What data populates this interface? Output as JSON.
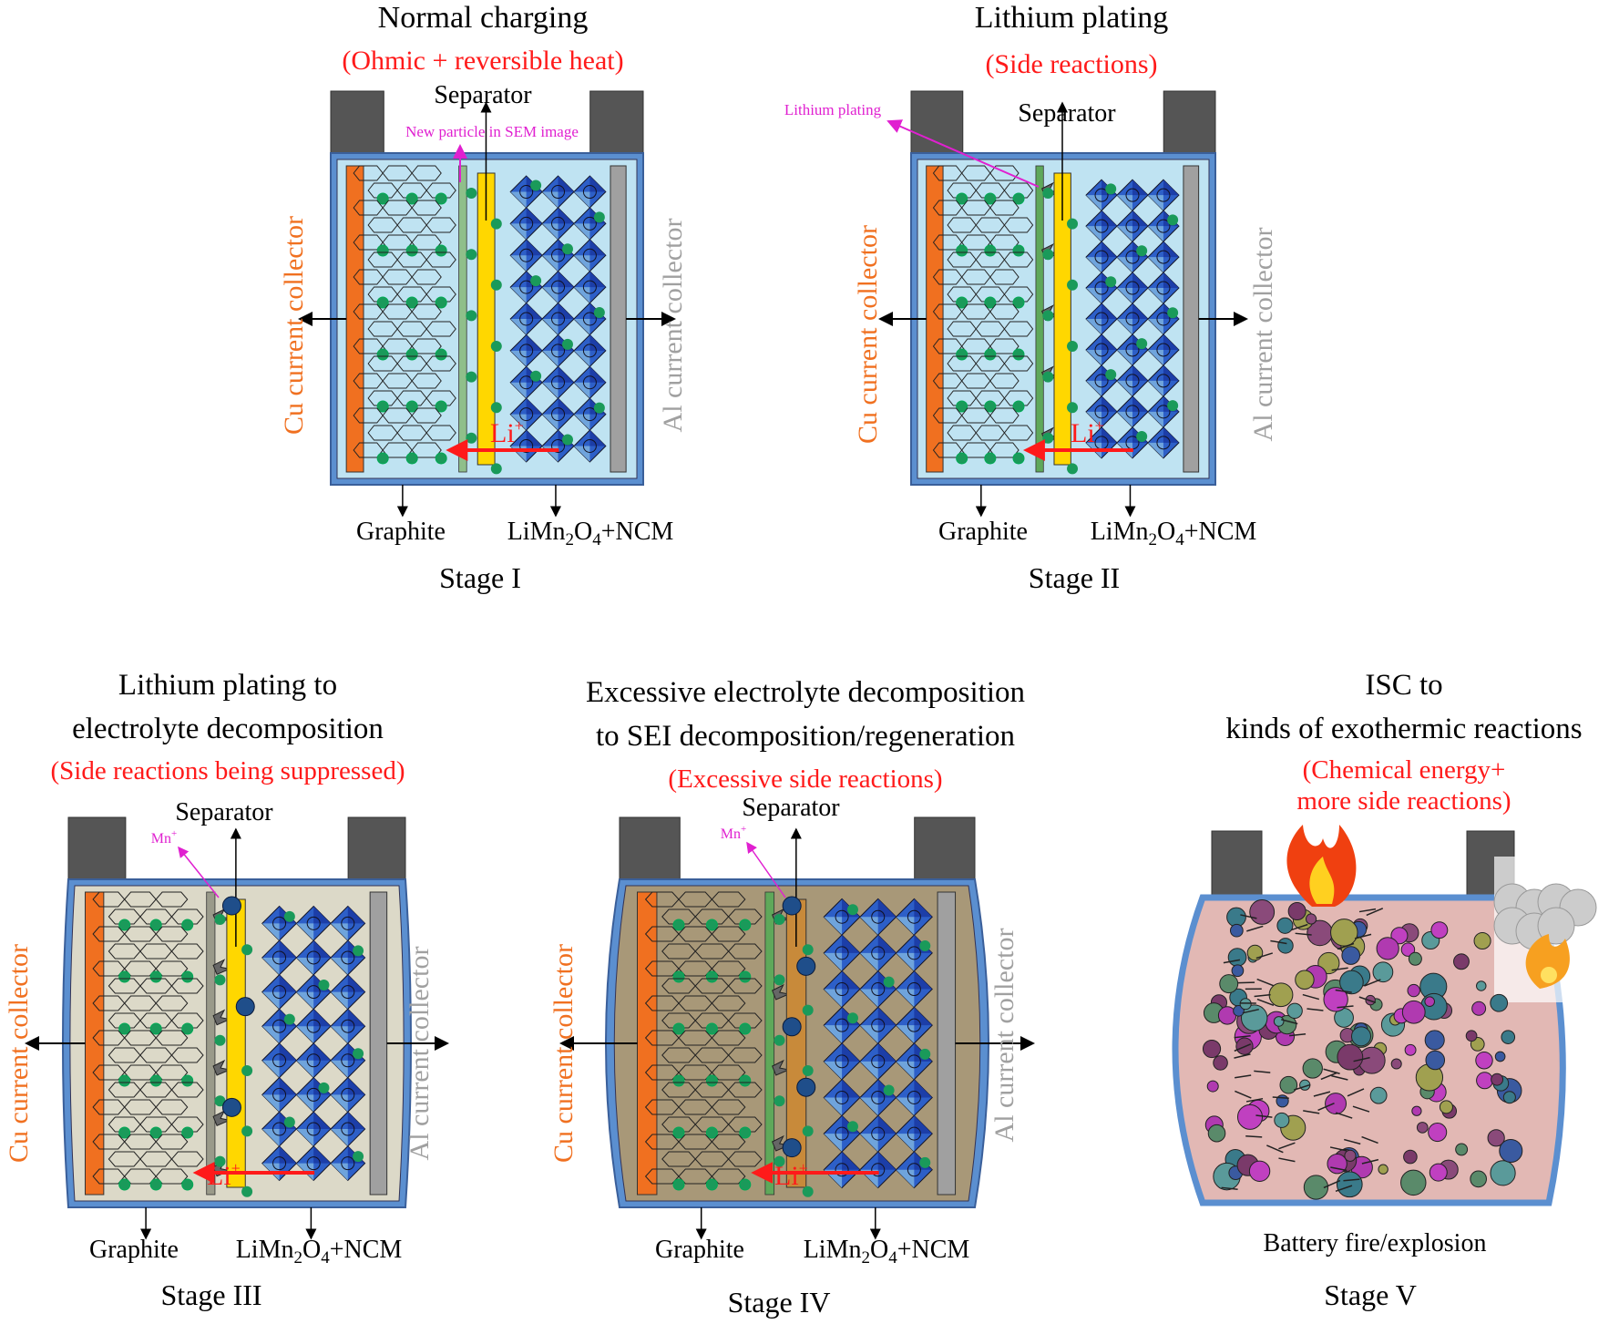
{
  "colors": {
    "red": "#ff1a1a",
    "magenta": "#e020d0",
    "cu": "#f07020",
    "al": "#a0a0a0",
    "electrolyte": "#bfe3f2",
    "frame": "#5b8fd0"
  },
  "stages": [
    {
      "title": [
        "Normal  charging"
      ],
      "subtitle": [
        "(Ohmic + reversible heat)"
      ],
      "separator": "Separator",
      "annotation": "New particle in SEM image",
      "cu_label": "Cu current collector",
      "al_label": "Al current collector",
      "ion": [
        "Li",
        "+"
      ],
      "anode": "Graphite",
      "cathode": [
        "LiMn",
        "2",
        "O",
        "4",
        "+NCM"
      ],
      "stage": "Stage I"
    },
    {
      "title": [
        "Lithium plating"
      ],
      "subtitle": [
        "(Side reactions)"
      ],
      "separator": "Separator",
      "annotation": "Lithium plating",
      "cu_label": "Cu current collector",
      "al_label": "Al current collector",
      "ion": [
        "Li",
        "+"
      ],
      "anode": "Graphite",
      "cathode": [
        "LiMn",
        "2",
        "O",
        "4",
        "+NCM"
      ],
      "stage": "Stage II"
    },
    {
      "title": [
        "Lithium plating to",
        "electrolyte decomposition"
      ],
      "subtitle": [
        "(Side reactions being suppressed)"
      ],
      "separator": "Separator",
      "annotation": [
        "Mn",
        "+"
      ],
      "cu_label": "Cu current collector",
      "al_label": "Al current collector",
      "ion": [
        "Li",
        "+"
      ],
      "anode": "Graphite",
      "cathode": [
        "LiMn",
        "2",
        "O",
        "4",
        "+NCM"
      ],
      "stage": "Stage III"
    },
    {
      "title": [
        "Excessive electrolyte decomposition",
        "to SEI decomposition/regeneration"
      ],
      "subtitle": [
        "(Excessive side reactions)"
      ],
      "separator": "Separator",
      "annotation": [
        "Mn",
        "+"
      ],
      "cu_label": "Cu current collector",
      "al_label": "Al current collector",
      "ion": [
        "Li",
        "+"
      ],
      "anode": "Graphite",
      "cathode": [
        "LiMn",
        "2",
        "O",
        "4",
        "+NCM"
      ],
      "stage": "Stage IV"
    },
    {
      "title": [
        "ISC to",
        "kinds of exothermic reactions"
      ],
      "subtitle": [
        "(Chemical energy+",
        "more side reactions)"
      ],
      "caption": "Battery fire/explosion",
      "stage": "Stage V"
    }
  ]
}
